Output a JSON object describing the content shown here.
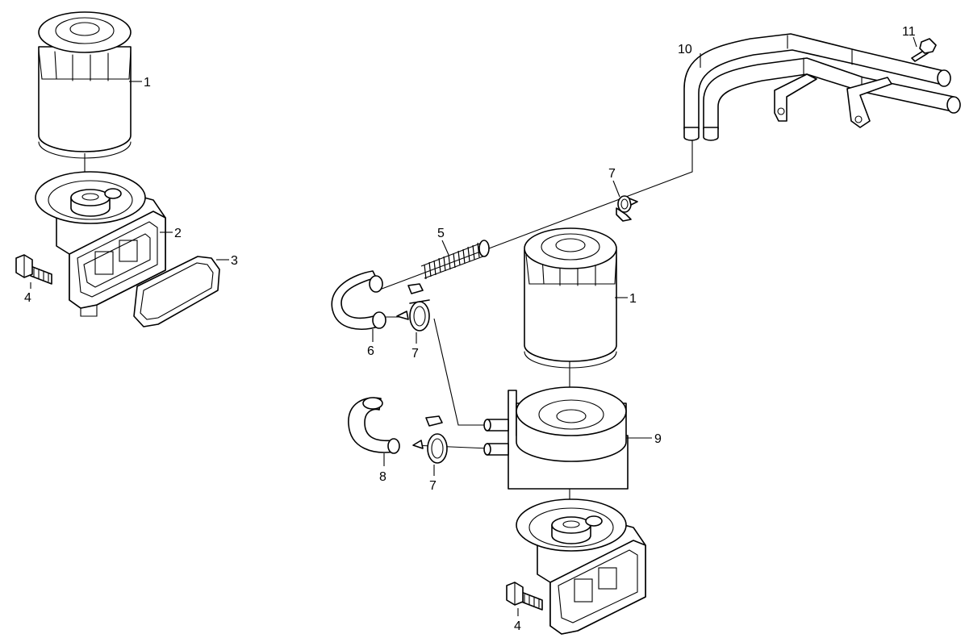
{
  "callouts": {
    "c1a": "1",
    "c2": "2",
    "c3": "3",
    "c4a": "4",
    "c5": "5",
    "c6": "6",
    "c7a": "7",
    "c7b": "7",
    "c7c": "7",
    "c1b": "1",
    "c8": "8",
    "c9": "9",
    "c10": "10",
    "c11": "11",
    "c4b": "4"
  }
}
